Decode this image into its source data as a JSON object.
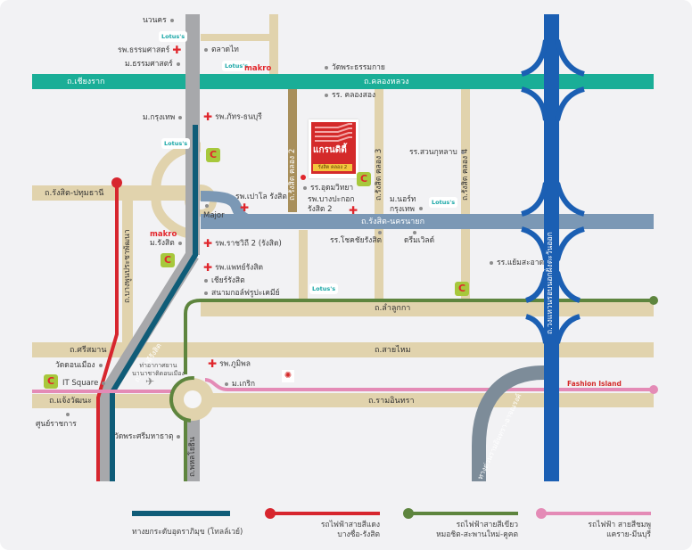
{
  "title": "Grand Dee Rangsit Klong 2 location map",
  "project": {
    "name": "แกรนดิตี้",
    "subtitle": "รังสิต คลอง 2",
    "colors": {
      "primary": "#d42a2a",
      "accent": "#f2c53d"
    }
  },
  "roads": {
    "chiang_rak": "ถ.เชียงราก",
    "khlong_luang": "ถ.คลองหลวง",
    "rangsit_pathum": "ถ.รังสิต-ปทุมธานี",
    "rangsit_nakhon_nayok": "ถ.รังสิต-นครนายก",
    "lam_luk_ka": "ถ.ลำลูกกา",
    "sai_mai": "ถ.สายไหม",
    "si_saman": "ถ.ศรีสมาน",
    "chaeng_watthana": "ถ.แจ้งวัฒนะ",
    "ram_inthra": "ถ.รามอินทรา",
    "phahon_yothin": "ถ.พหลโยธิน",
    "vibhavadi": "ถ.วิภาวดีรังสิต",
    "bang_phun": "ถ.บางพูนประชาพัฒนา",
    "klong2": "ถ.รังสิต คลอง 2",
    "klong3": "ถ.รังสิต คลอง 3",
    "klong4": "ถ.รังสิต คลอง 4",
    "outer_ring": "ถ.วงแหวนรอบนอกฝั่งตะวันออก",
    "ram_inthra_expressway": "ทางด่วนรามอินทรา-อาจณรงค์"
  },
  "places": {
    "nawanakorn": "นวนคร",
    "thammasat_hospital": "รพ.ธรรมศาสตร์",
    "thammasat_uni": "ม.ธรรมศาสตร์",
    "talad_thai": "ตลาดไท",
    "wat_dhammakaya": "วัดพระธรรมกาย",
    "klong_song_school": "รร. คลองสอง",
    "bangkok_uni": "ม.กรุงเทพ",
    "phyathai_hospital": "รพ.ภัทร-ธนบุรี",
    "paolo_hospital": "รพ.เปาโล รังสิต",
    "major": "Major",
    "udom_school": "รร.อุดมวิทยา",
    "bangpakok_hospital": "รพ.บางปะกอก\nรังสิต 2",
    "north_bkk_uni": "ม.นอร์ท\nกรุงเทพ",
    "suan_kularb": "รร.สวนกุหลาบ",
    "chokchai_school": "รร.โชคชัยรังสิต",
    "dream_world": "ดรีมเวิลด์",
    "yim_saard": "รร.แย้มสะอาด",
    "rangsit_uni": "ม.รังสิต",
    "rajavithi_hospital": "รพ.ราชวิถี 2 (รังสิต)",
    "paet_rangsit": "รพ.แพทย์รังสิต",
    "future_rangsit": "เชียร์รังสิต",
    "golf_rangsit": "สนามกอล์ฟรูปะเคมีย์",
    "bhumibol_hospital": "รพ.ภูมิพล",
    "kasem_uni": "ม.เกริก",
    "wat_don_mueang": "วัดดอนเมือง",
    "airport": "ท่าอากาศยาน\nนานาชาติดอนเมือง",
    "it_square": "IT Square",
    "govt_center": "ศูนย์ราชการ",
    "wat_phra_sri": "วัดพระศรีมหาธาตุ",
    "fashion_island": "Fashion Island"
  },
  "brands": {
    "lotus": "Lotus's",
    "makro": "makro"
  },
  "legend": [
    {
      "label": "ทางยกระดับอุตราภิมุข (โทลล์เวย์)",
      "color": "#0f5c78",
      "type": "bar"
    },
    {
      "label": "รถไฟฟ้าสายสีแดง\nบางซื่อ-รังสิต",
      "color": "#d7262e",
      "type": "line-dot"
    },
    {
      "label": "รถไฟฟ้าสายสีเขียว\nหมอชิต-สะพานใหม่-คูคต",
      "color": "#5e853e",
      "type": "line-dot"
    },
    {
      "label": "รถไฟฟ้า สายสีชมพู\nแคราย-มีนบุรี",
      "color": "#e48bb6",
      "type": "line-dot"
    }
  ],
  "colors": {
    "road": "#e1d3ad",
    "teal_road": "#1aae97",
    "slate_road": "#7b98b5",
    "blue_ring": "#1b5fb3",
    "gray_road": "#a7a8ab",
    "tollway": "#0f5c78",
    "red_line": "#d7262e",
    "green_line": "#5e853e",
    "pink_line": "#e48bb6",
    "expressway": "#7d8c99"
  }
}
